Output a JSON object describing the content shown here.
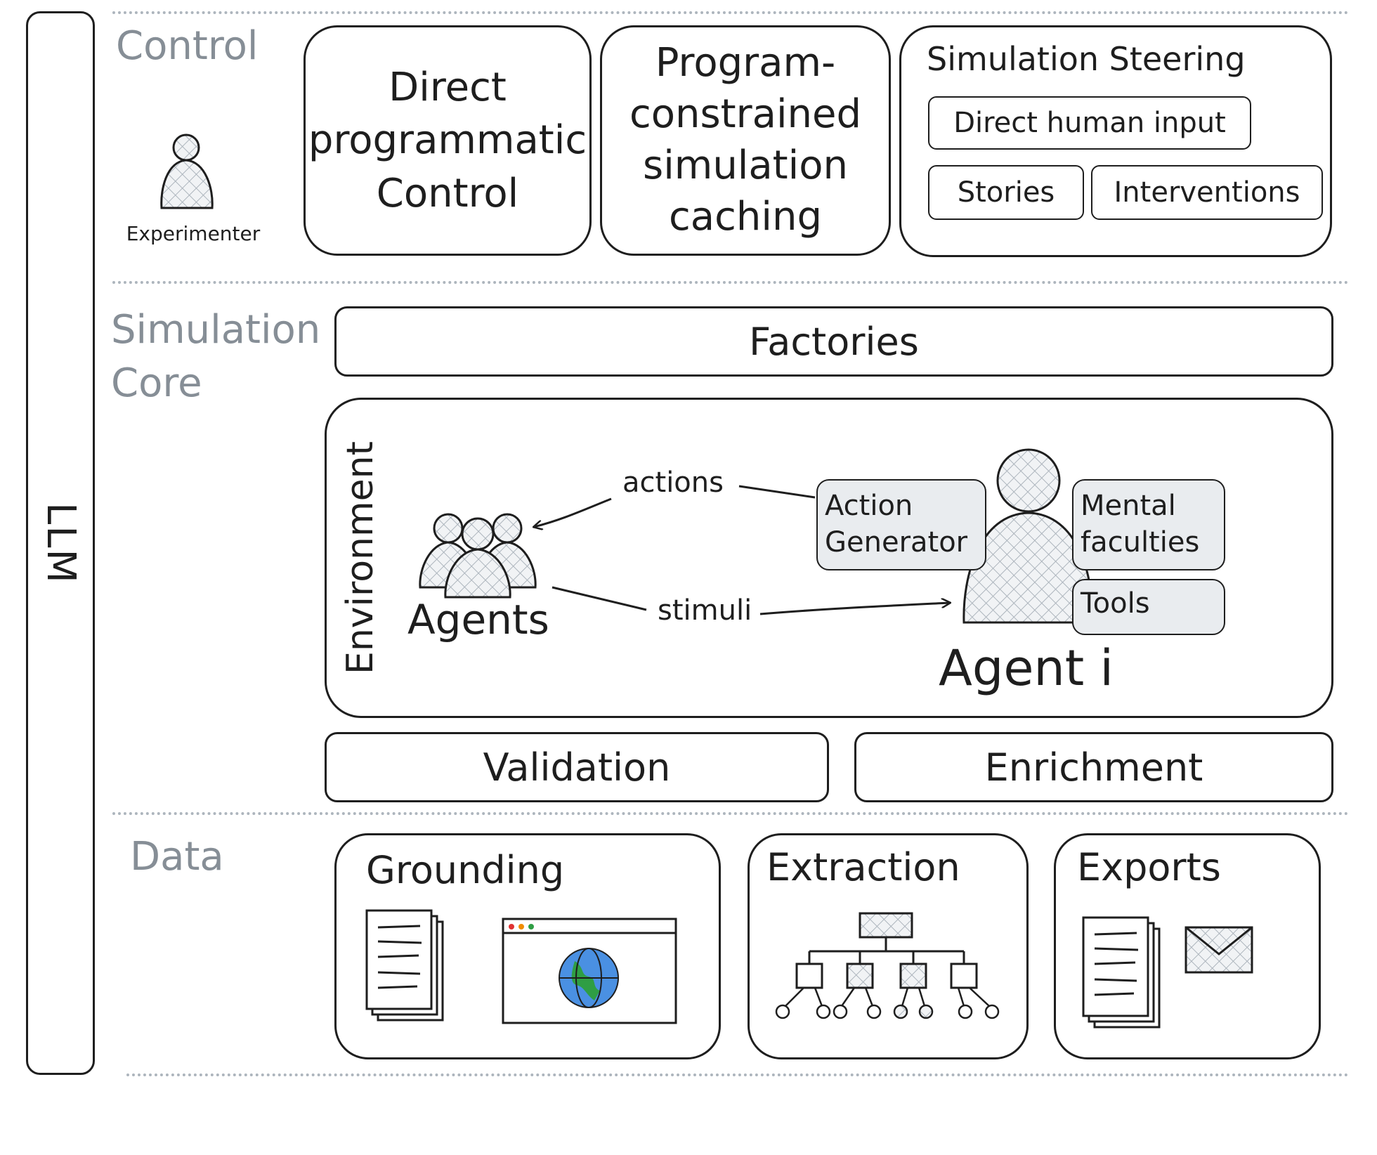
{
  "llm_label": "LLM",
  "sections": {
    "control": "Control",
    "simulation_core_line1": "Simulation",
    "simulation_core_line2": "Core",
    "data": "Data"
  },
  "control": {
    "experimenter": "Experimenter",
    "direct_control": [
      "Direct",
      "programmatic",
      "Control"
    ],
    "caching": [
      "Program-",
      "constrained",
      "simulation",
      "caching"
    ],
    "steering": {
      "title": "Simulation Steering",
      "items": [
        "Direct human input",
        "Stories",
        "Interventions"
      ]
    }
  },
  "core": {
    "factories": "Factories",
    "environment": "Environment",
    "agents": "Agents",
    "actions": "actions",
    "stimuli": "stimuli",
    "agent_i": "Agent i",
    "action_generator": [
      "Action",
      "Generator"
    ],
    "mental_faculties": [
      "Mental",
      "faculties"
    ],
    "tools": "Tools",
    "validation": "Validation",
    "enrichment": "Enrichment"
  },
  "data": {
    "grounding": "Grounding",
    "extraction": "Extraction",
    "exports": "Exports"
  },
  "colors": {
    "stroke": "#1e1e1e",
    "section_label": "#868e96",
    "divider": "#adb5bd",
    "module_fill": "#e9ecef",
    "globe_blue": "#4a90e2",
    "globe_green": "#2f9e44"
  }
}
